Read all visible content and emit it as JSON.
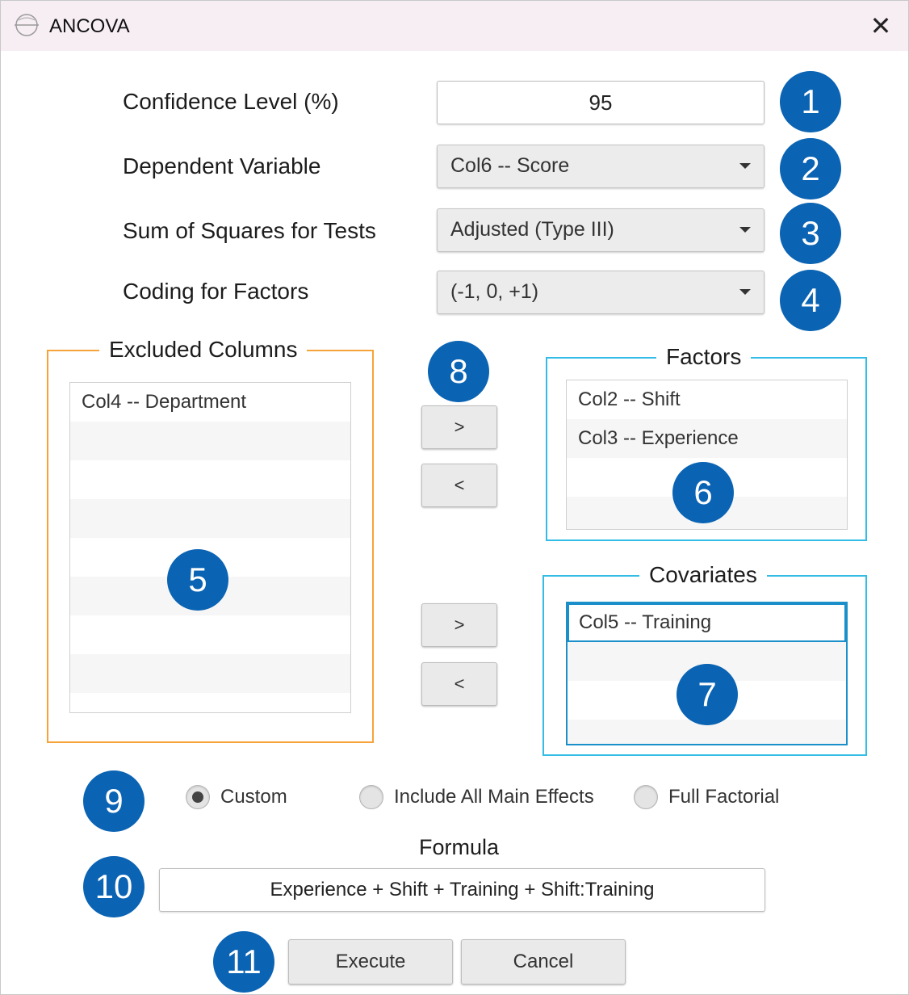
{
  "window": {
    "title": "ANCOVA",
    "close_glyph": "✕",
    "app_icon": "app-logo-icon"
  },
  "form": {
    "confidence": {
      "label": "Confidence Level (%)",
      "value": "95"
    },
    "dependent": {
      "label": "Dependent Variable",
      "value": "Col6 -- Score"
    },
    "sum_squares": {
      "label": "Sum of Squares for Tests",
      "value": "Adjusted (Type III)"
    },
    "coding": {
      "label": "Coding for Factors",
      "value": "(-1, 0, +1)"
    }
  },
  "excluded": {
    "title": "Excluded Columns",
    "items": [
      "Col4 -- Department"
    ]
  },
  "factors": {
    "title": "Factors",
    "items": [
      "Col2 -- Shift",
      "Col3 -- Experience"
    ]
  },
  "covariates": {
    "title": "Covariates",
    "items": [
      "Col5 -- Training"
    ]
  },
  "move_buttons": {
    "right": ">",
    "left": "<"
  },
  "model": {
    "options": [
      "Custom",
      "Include All Main Effects",
      "Full Factorial"
    ],
    "selected": "Custom"
  },
  "formula": {
    "label": "Formula",
    "value": "Experience + Shift + Training + Shift:Training"
  },
  "actions": {
    "execute": "Execute",
    "cancel": "Cancel"
  },
  "badges": [
    "1",
    "2",
    "3",
    "4",
    "5",
    "6",
    "7",
    "8",
    "9",
    "10",
    "11"
  ],
  "colors": {
    "excluded_border": "#f5a33a",
    "list_border": "#33bde6",
    "badge": "#0a63b3"
  }
}
